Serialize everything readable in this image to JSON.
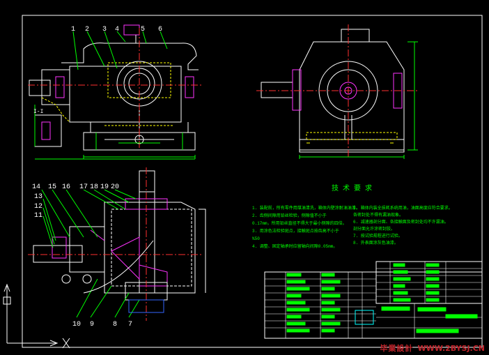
{
  "drawing": {
    "colors": {
      "background": "#000000",
      "outline": "#ffffff",
      "centerline": "#ff3030",
      "hidden": "#ffff00",
      "dimension": "#00ff00",
      "magenta": "#ff33ff",
      "cyan": "#00ffff",
      "blue": "#3366ff"
    },
    "balloons_top": [
      "1",
      "2",
      "3",
      "4",
      "5",
      "6"
    ],
    "balloons_plan_top": [
      "14",
      "15",
      "16",
      "17",
      "18",
      "19",
      "20"
    ],
    "balloons_plan_left": [
      "13",
      "12",
      "11"
    ],
    "balloons_plan_bottom": [
      "10",
      "9",
      "8",
      "7"
    ],
    "section_label": "I-I",
    "tech_title": "技 术 要 求",
    "tech_left": [
      "1. 装配前，所有零件用煤油清洗，箱体内壁涂耐油油漆。",
      "2. 齿侧间隙用铅丝检验，侧隙值不小于",
      "   0.17mm，所用铅丝直径不得大于最小侧隙的四倍。",
      "3. 用涂色法检验斑点，接触斑点按齿高不小于",
      "   %50",
      "4. 调整、固定轴承时应留轴向间隙0.05mm。"
    ],
    "tech_right": [
      "5. 箱体内装全损耗系统用油，油面高度应符合要求。",
      "   各密封处不得有漏油现象。",
      "6. 减速器剖分面、各接触面及密封处均不许漏油。",
      "   剖分面允许涂密封胶。",
      "7. 按试验规程进行试验。",
      "8. 外表面涂灰色油漆。"
    ],
    "watermark_cn": "毕業設計",
    "watermark_url": "WWW.2BYSJ.CN"
  }
}
